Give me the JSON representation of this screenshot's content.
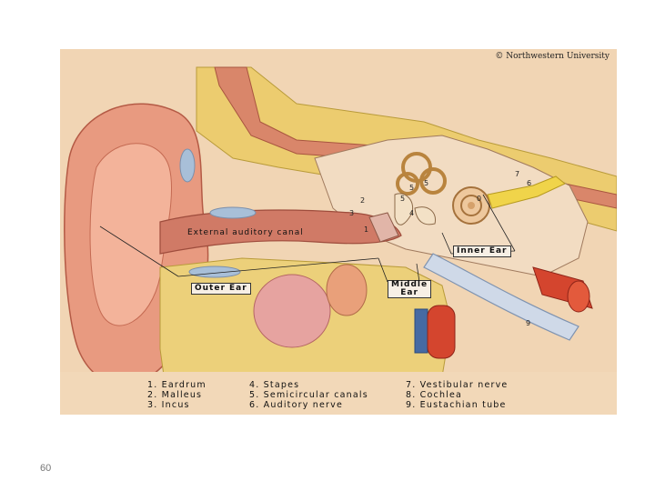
{
  "figure": {
    "copyright": "© Northwestern University",
    "labels": {
      "external_canal": "External auditory canal",
      "outer_ear": "Outer Ear",
      "middle_ear_line1": "Middle",
      "middle_ear_line2": "Ear",
      "inner_ear": "Inner Ear"
    },
    "numbers": [
      "1",
      "2",
      "3",
      "4",
      "5",
      "5",
      "5",
      "6",
      "7",
      "0",
      "9"
    ],
    "legend": [
      [
        "1. Eardrum",
        "2. Malleus",
        "3. Incus"
      ],
      [
        "4. Stapes",
        "5. Semicircular canals",
        "6. Auditory nerve"
      ],
      [
        "7. Vestibular nerve",
        "8. Cochlea",
        "9. Eustachian tube"
      ]
    ]
  },
  "page_number": "60"
}
